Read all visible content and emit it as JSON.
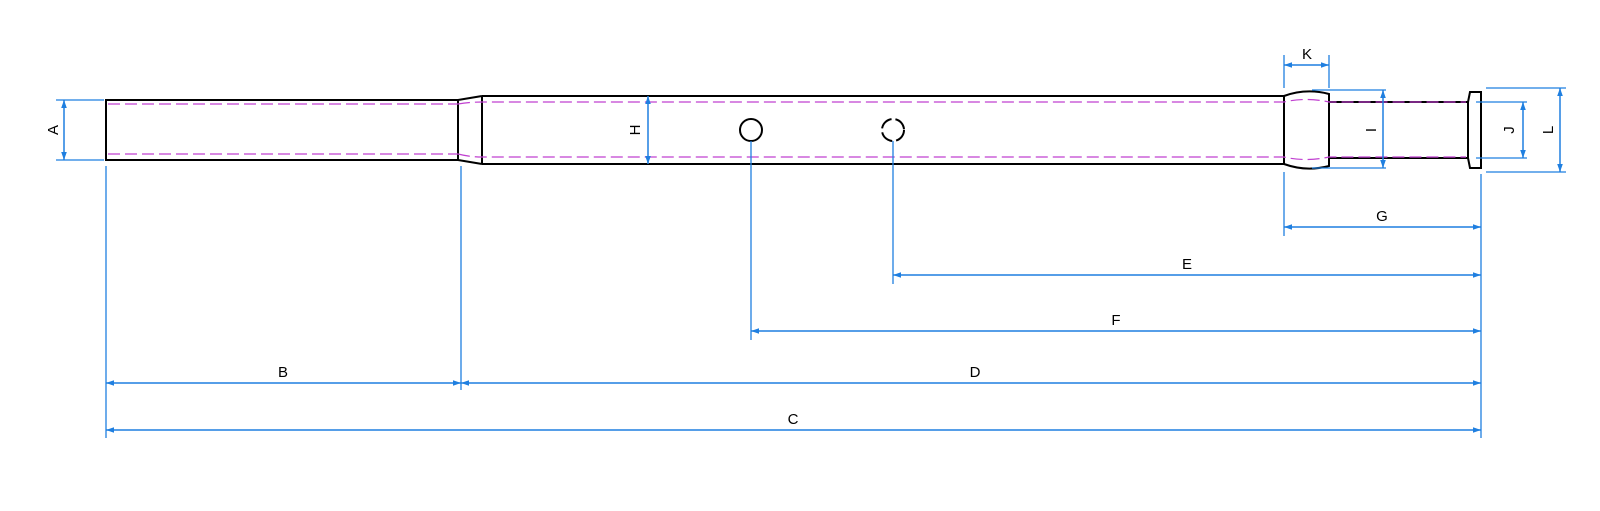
{
  "colors": {
    "outline": "#000000",
    "dimension": "#1f7fe0",
    "centerline": "#c040d0",
    "background": "#ffffff"
  },
  "labels": {
    "A": "A",
    "B": "B",
    "C": "C",
    "D": "D",
    "E": "E",
    "F": "F",
    "G": "G",
    "H": "H",
    "I": "I",
    "J": "J",
    "K": "K",
    "L": "L"
  }
}
